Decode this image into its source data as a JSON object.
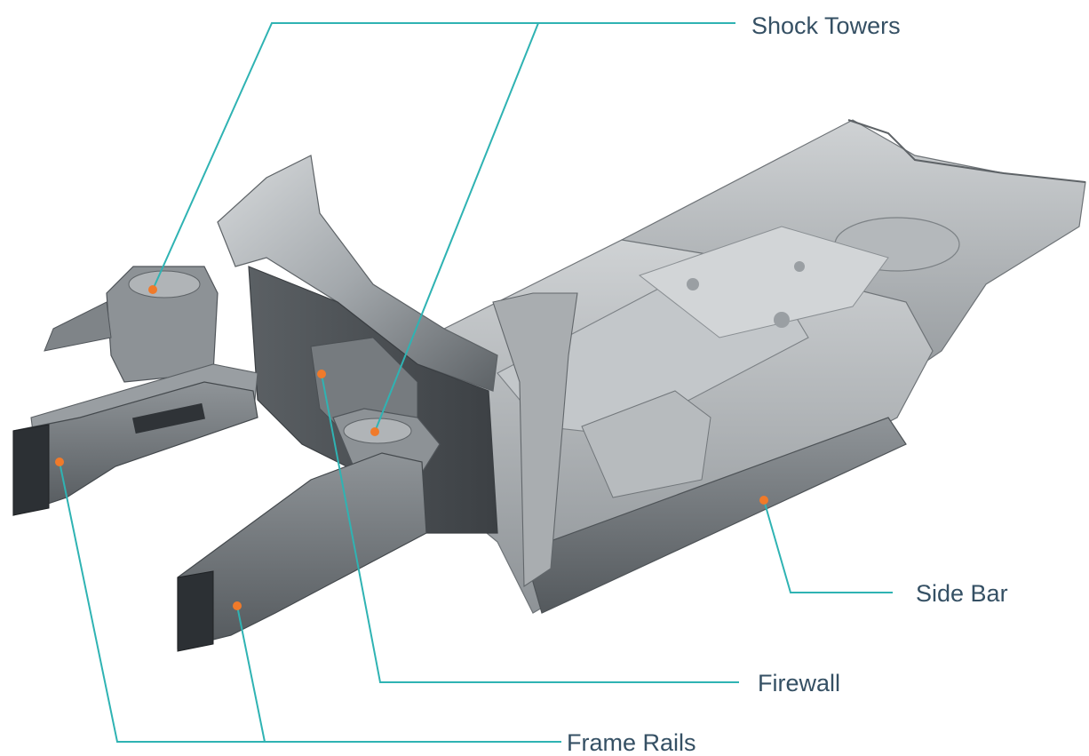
{
  "labels": {
    "shock_towers": "Shock Towers",
    "side_bar": "Side Bar",
    "firewall": "Firewall",
    "frame_rails": "Frame Rails"
  },
  "colors": {
    "leader_line": "#2fb3b3",
    "marker_dot": "#f07a2a",
    "label_text": "#355064",
    "metal_light": "#c9ccce",
    "metal_mid": "#8c9195",
    "metal_dark": "#4a4f53"
  }
}
